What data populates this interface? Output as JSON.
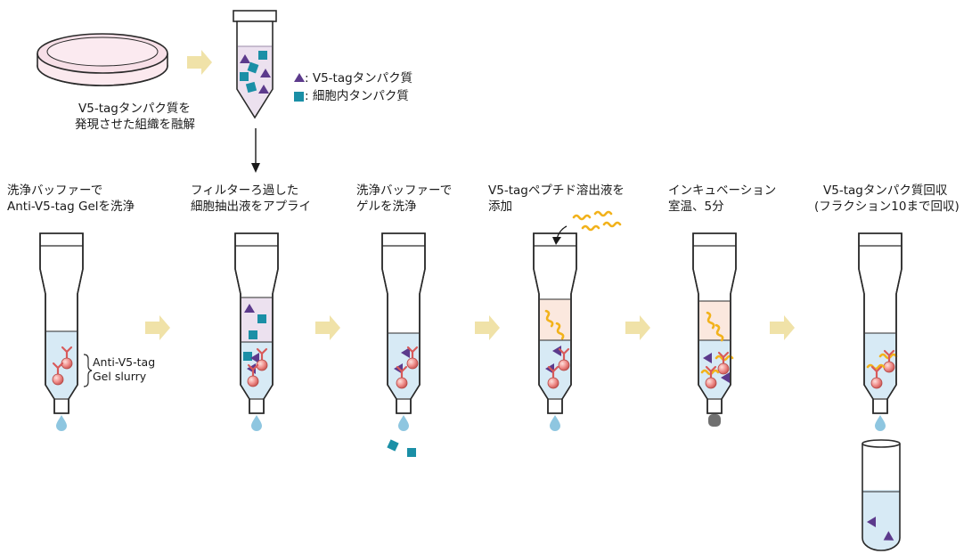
{
  "intro": {
    "lysate_caption_line1": "V5-tagタンパク質を",
    "lysate_caption_line2": "発現させた組織を融解"
  },
  "legend": {
    "v5_tag_protein": ": V5-tagタンパク質",
    "intracellular_protein": ": 細胞内タンパク質"
  },
  "steps": [
    {
      "line1": "洗浄バッファーで",
      "line2": "Anti-V5-tag Gelを洗浄"
    },
    {
      "line1": "フィルターろ過した",
      "line2": "細胞抽出液をアプライ"
    },
    {
      "line1": "洗浄バッファーで",
      "line2": "ゲルを洗浄"
    },
    {
      "line1": "V5-tagペプチド溶出液を",
      "line2": "添加"
    },
    {
      "line1": "インキュベーション",
      "line2": "室温、5分"
    },
    {
      "line1": "V5-tagタンパク質回収",
      "line2": "(フラクション10まで回収)"
    }
  ],
  "gel_label": {
    "line1": "Anti-V5-tag",
    "line2": "Gel slurry"
  },
  "colors": {
    "arrow": "#f0e2a8",
    "v5_protein": "#5c3a8c",
    "intracellular": "#1a8fa6",
    "bead": "#f08f8c",
    "peptide": "#f2b21b",
    "buffer": "#d7eaf5",
    "lysate": "#ece1ef",
    "elution": "#fbe8de",
    "drop": "#8ec6e0"
  }
}
